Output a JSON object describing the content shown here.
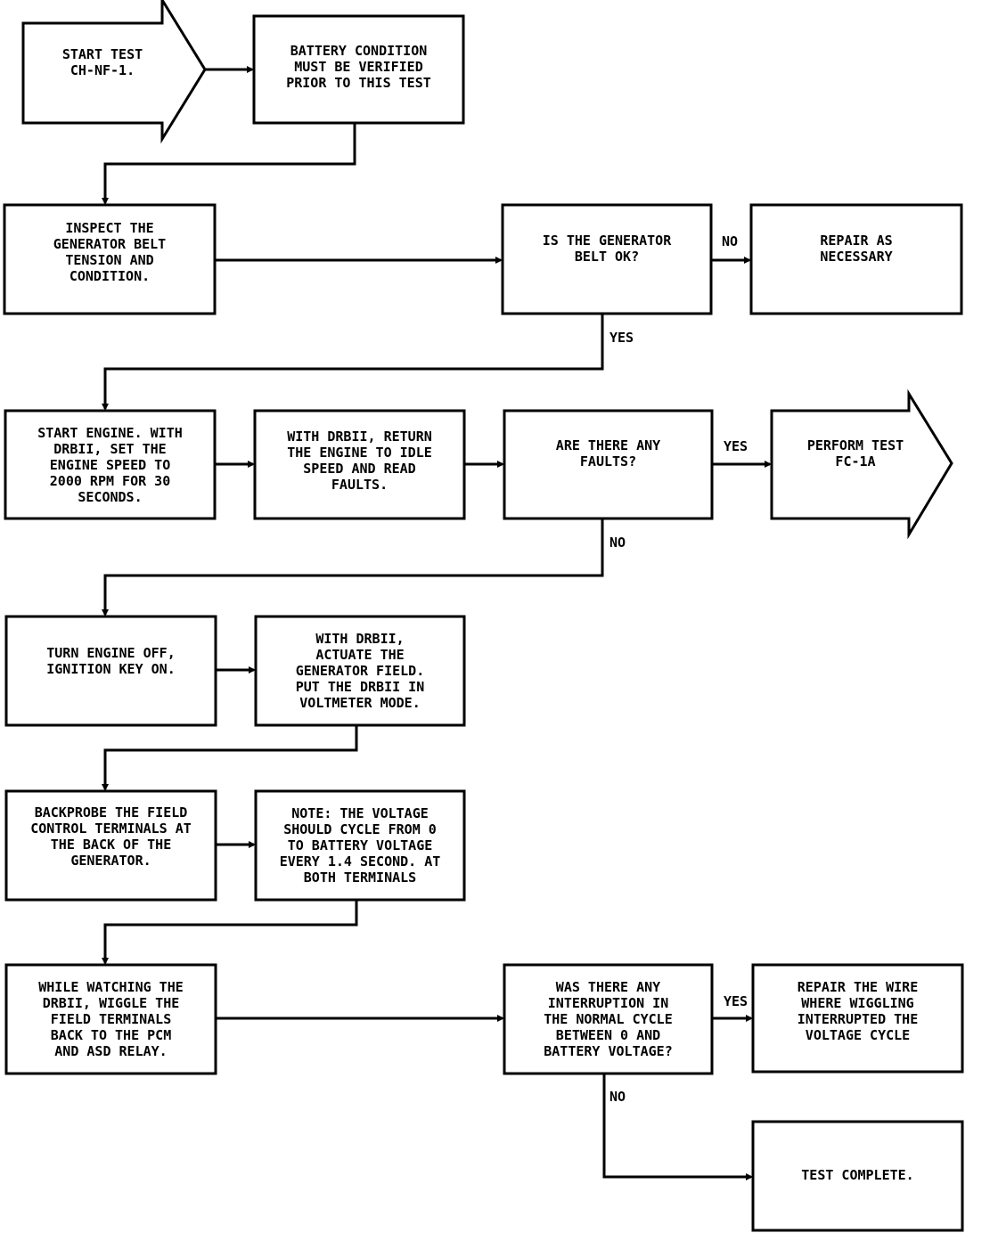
{
  "nodes": {
    "start": "START TEST\nCH-NF-1.",
    "battery": "BATTERY CONDITION\nMUST BE VERIFIED\nPRIOR TO THIS TEST",
    "inspect": "INSPECT THE\nGENERATOR BELT\nTENSION AND\nCONDITION.",
    "belt_ok": "IS THE GENERATOR\nBELT OK?",
    "repair_belt": "REPAIR AS\nNECESSARY",
    "start_engine": "START ENGINE. WITH\nDRBII, SET THE\nENGINE SPEED TO\n2000 RPM FOR 30\nSECONDS.",
    "return_idle": "WITH DRBII, RETURN\nTHE ENGINE TO IDLE\nSPEED AND READ\nFAULTS.",
    "any_faults": "ARE THERE ANY\nFAULTS?",
    "perform_test": "PERFORM TEST\nFC-1A",
    "engine_off": "TURN ENGINE OFF,\nIGNITION KEY ON.",
    "actuate": "WITH DRBII,\nACTUATE THE\nGENERATOR FIELD.\nPUT THE DRBII IN\nVOLTMETER MODE.",
    "backprobe": "BACKPROBE THE FIELD\nCONTROL TERMINALS AT\nTHE BACK OF THE\nGENERATOR.",
    "note": "NOTE: THE VOLTAGE\nSHOULD CYCLE FROM 0\nTO BATTERY VOLTAGE\nEVERY 1.4 SECOND. AT\nBOTH TERMINALS",
    "wiggle": "WHILE WATCHING THE\nDRBII, WIGGLE THE\nFIELD TERMINALS\nBACK TO THE PCM\nAND ASD RELAY.",
    "interruption": "WAS THERE ANY\nINTERRUPTION IN\nTHE NORMAL CYCLE\nBETWEEN 0 AND\nBATTERY VOLTAGE?",
    "repair_wire": "REPAIR THE WIRE\nWHERE WIGGLING\nINTERRUPTED THE\nVOLTAGE CYCLE",
    "complete": "TEST COMPLETE."
  },
  "edge_labels": {
    "belt_no": "NO",
    "belt_yes": "YES",
    "faults_yes": "YES",
    "faults_no": "NO",
    "interruption_yes": "YES",
    "interruption_no": "NO"
  }
}
